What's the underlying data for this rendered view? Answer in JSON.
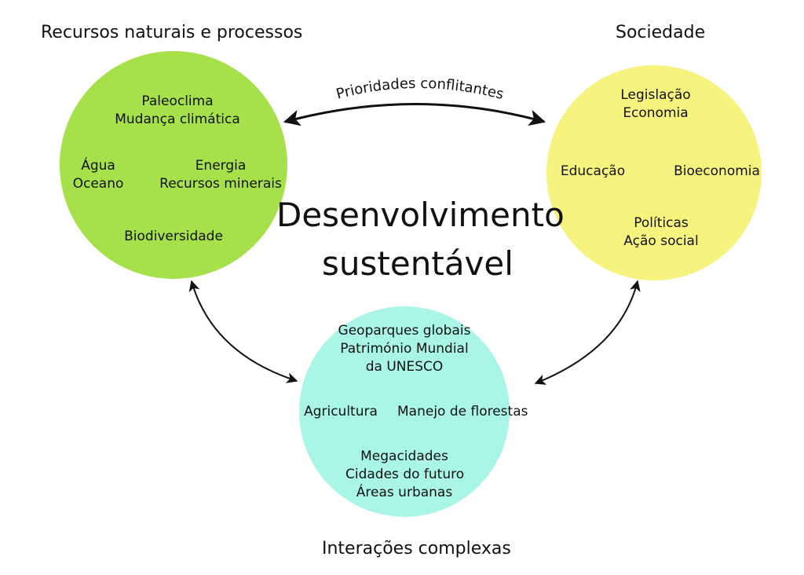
{
  "colors": {
    "natural": "#a6e04a",
    "society": "#f6f47f",
    "interactions": "#a9f5e6",
    "arrow": "#111111"
  },
  "sections": {
    "natural_title": "Recursos naturais e processos",
    "society_title": "Sociedade",
    "interactions_title": "Interações complexas"
  },
  "center": {
    "line1": "Desenvolvimento",
    "line2": "sustentável"
  },
  "arrows": {
    "top_label": "Prioridades conflitantes"
  },
  "natural": {
    "paleoclima": "Paleoclima",
    "mudanca": "Mudança climática",
    "agua": "Água",
    "oceano": "Oceano",
    "energia": "Energia",
    "recursos_minerais": "Recursos minerais",
    "biodiversidade": "Biodiversidade"
  },
  "society": {
    "legislacao": "Legislação",
    "economia": "Economia",
    "educacao": "Educação",
    "bioeconomia": "Bioeconomia",
    "politicas": "Políticas",
    "acao_social": "Ação social"
  },
  "interactions": {
    "geoparques": "Geoparques globais",
    "patrimonio": "Património Mundial",
    "unesco": "da UNESCO",
    "agricultura": "Agricultura",
    "manejo": "Manejo de florestas",
    "megacidades": "Megacidades",
    "cidades_futuro": "Cidades do futuro",
    "areas_urbanas": "Áreas urbanas"
  }
}
